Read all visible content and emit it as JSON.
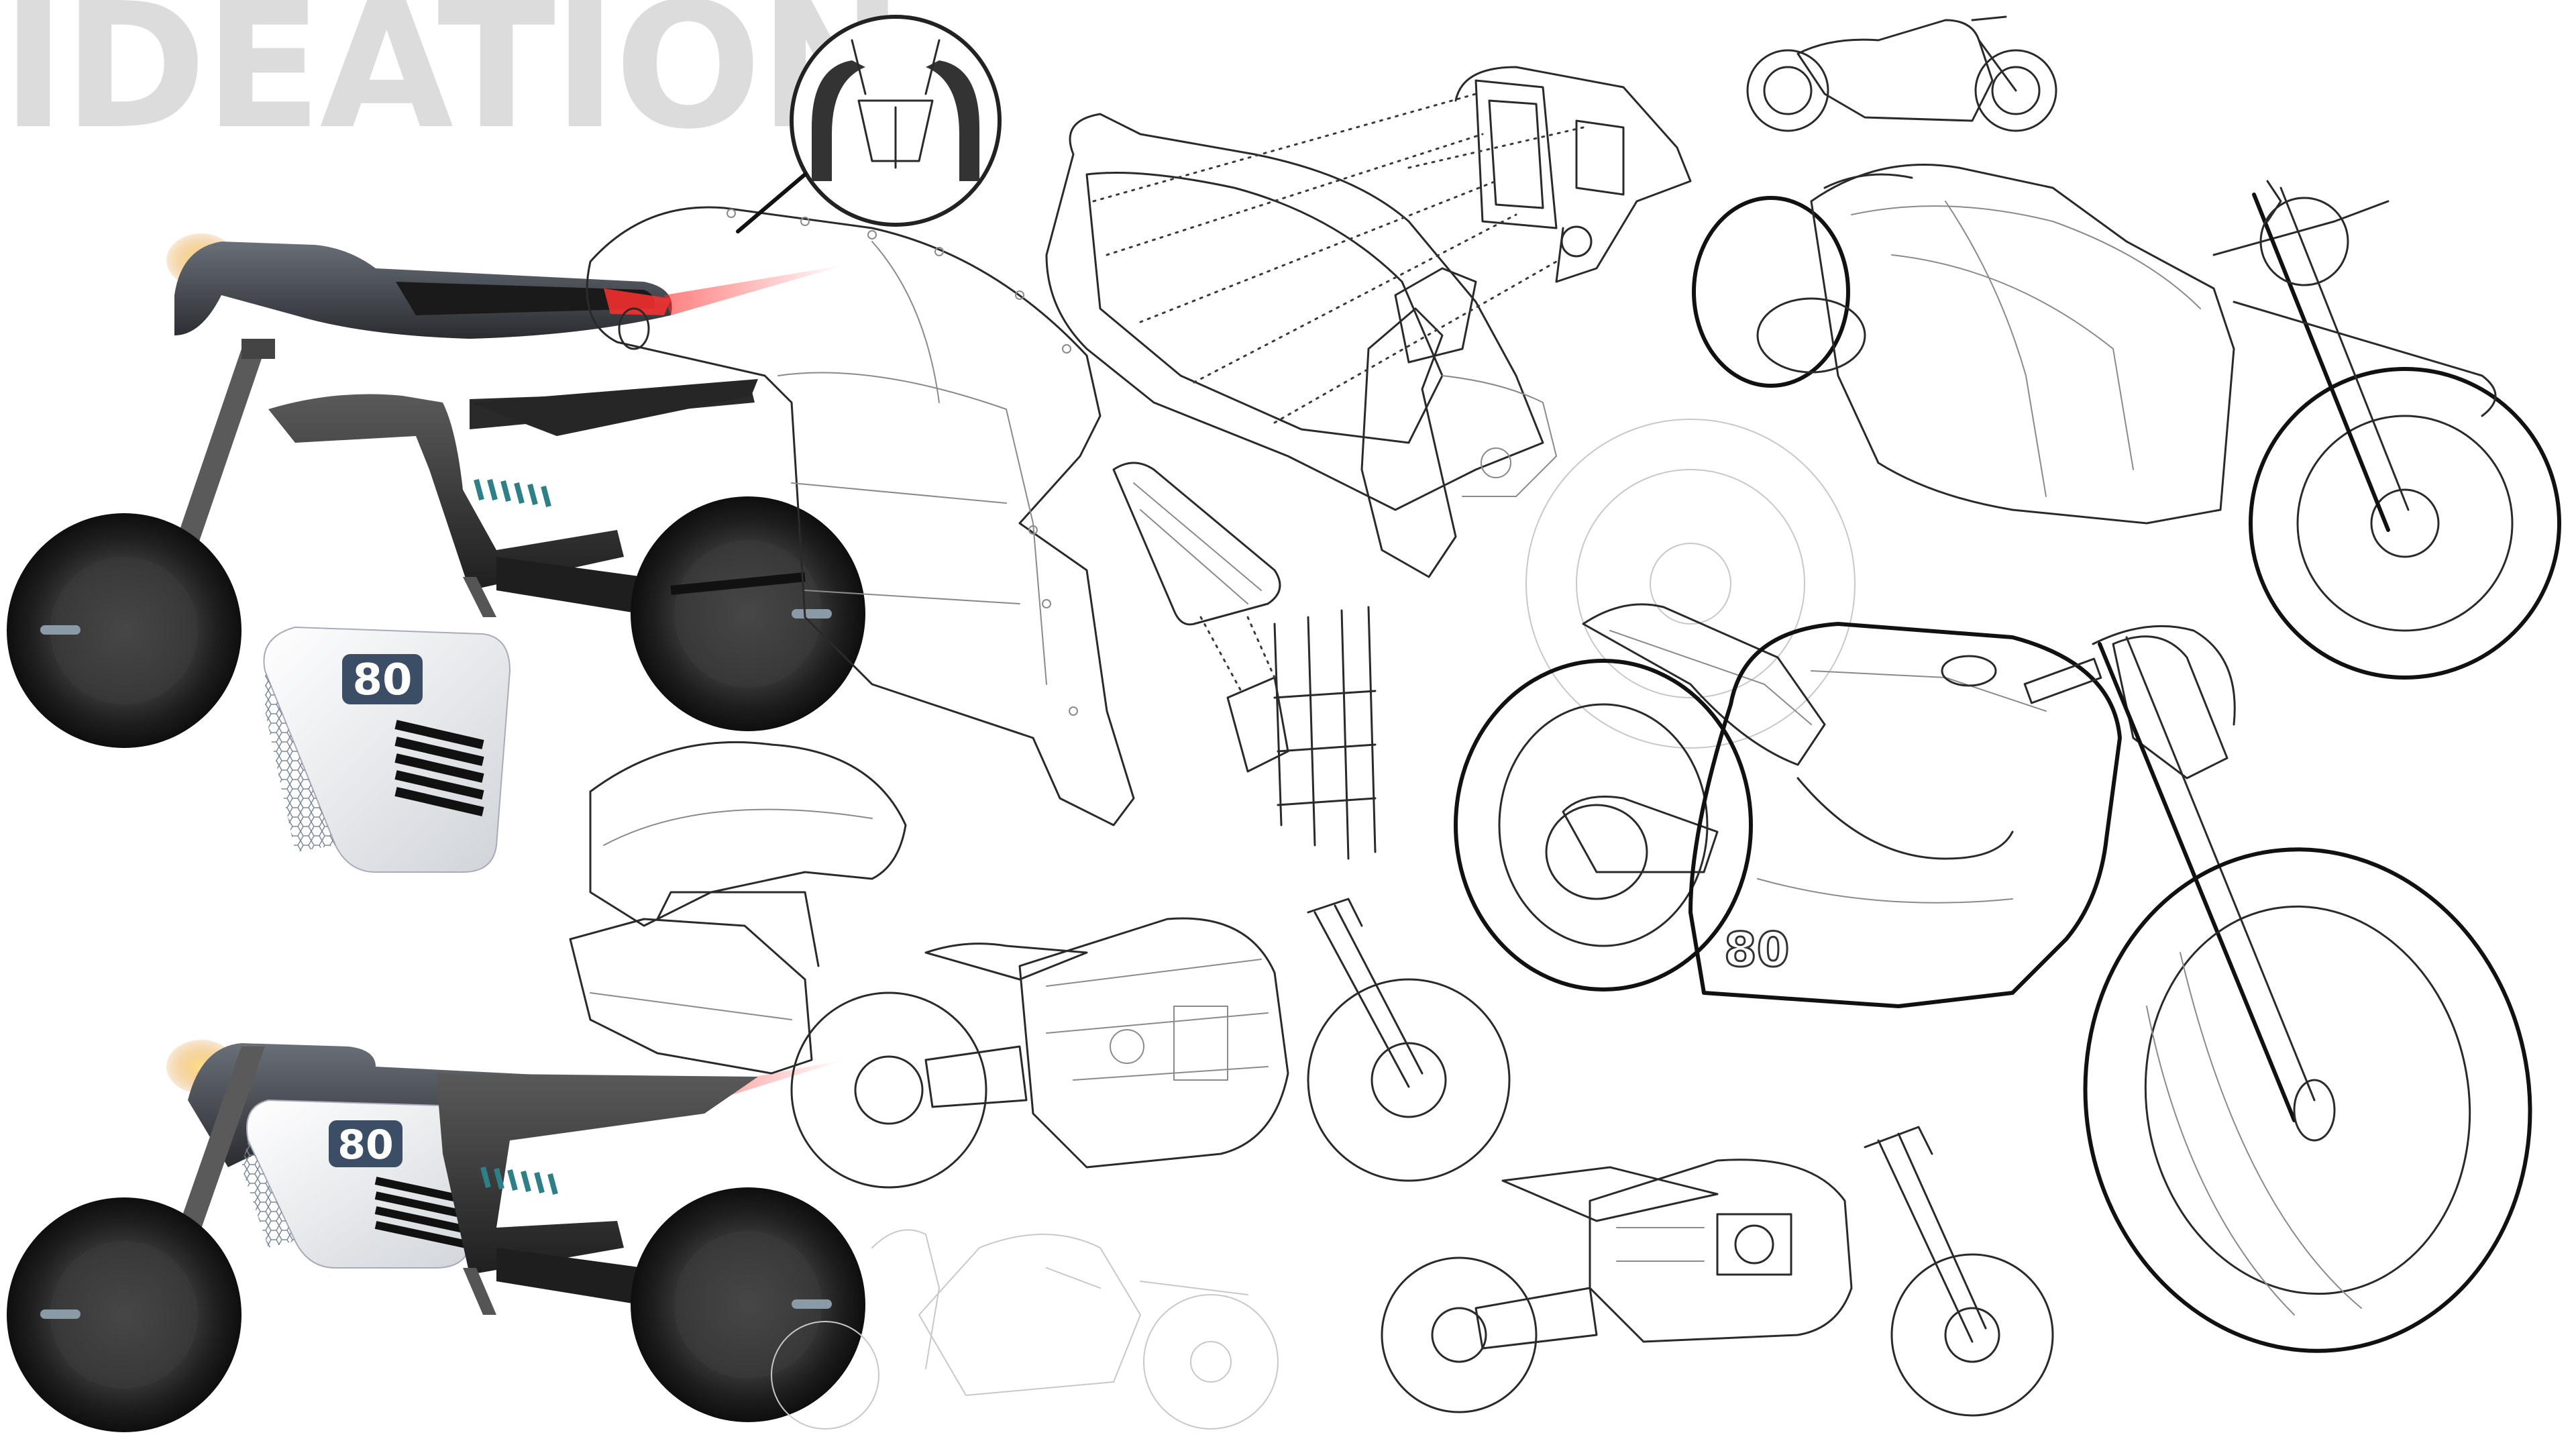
{
  "sheet": {
    "title": "IDEATION",
    "badge_number": "80",
    "sketch_badge": "80"
  },
  "colors": {
    "background": "#ffffff",
    "title": "#dcdcdc",
    "render_dark": "#2b2b2b",
    "render_tire": "#1c1c1c",
    "render_frame": "#3c3c3c",
    "render_cover": "#e9ebee",
    "accent_led": "#ff3b3b",
    "accent_amber": "#f2c24a",
    "shock_spring": "#2f7f86",
    "ink": "#2a2a2a"
  },
  "icons": [
    "motorcycle-render",
    "frame-sketch",
    "fastener-detail-callout",
    "battery-cover-module"
  ]
}
